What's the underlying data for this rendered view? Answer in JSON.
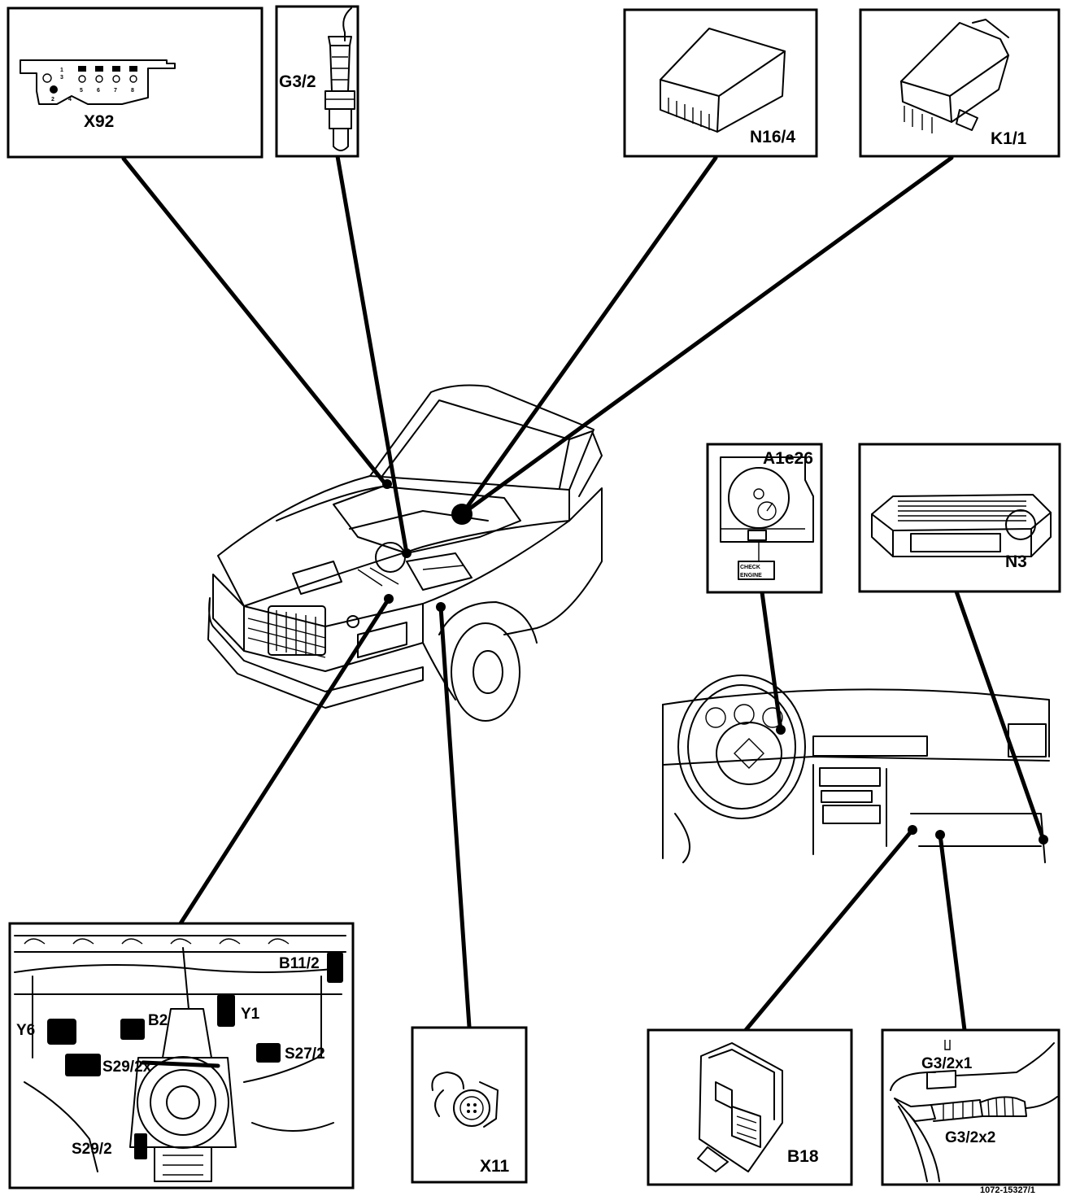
{
  "components": {
    "x92": "X92",
    "g3_2": "G3/2",
    "n16_4": "N16/4",
    "k1_1": "K1/1",
    "a1e26": "A1e26",
    "n3": "N3",
    "x11": "X11",
    "b18": "B18",
    "g3_2x1": "G3/2x1",
    "g3_2x2": "G3/2x2"
  },
  "engine_inset": {
    "b11_2": "B11/2",
    "y6": "Y6",
    "b2": "B2",
    "y1": "Y1",
    "s29_2x": "S29/2x",
    "s27_2": "S27/2",
    "s29_2": "S29/2"
  },
  "warning_lamp": [
    "CHECK",
    "ENGINE"
  ],
  "pin_numbers_top": [
    "1",
    "3"
  ],
  "pin_numbers_bottom": [
    "2",
    "4",
    "5",
    "6",
    "7",
    "8"
  ],
  "reference_number": "1072-15327/1"
}
